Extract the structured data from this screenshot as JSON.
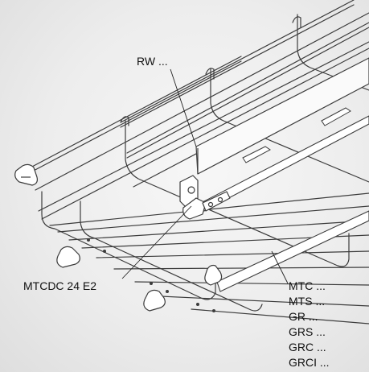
{
  "labels": {
    "rw": "RW ...",
    "mtcdc": "MTCDC 24 E2",
    "products": [
      "MTC ...",
      "MTS ...",
      "GR ...",
      "GRS ...",
      "GRC ...",
      "GRCI ..."
    ]
  },
  "colors": {
    "background": "#ececec",
    "wire": "#3c3c3c",
    "wire_fill": "#ffffff",
    "text": "#111111"
  }
}
